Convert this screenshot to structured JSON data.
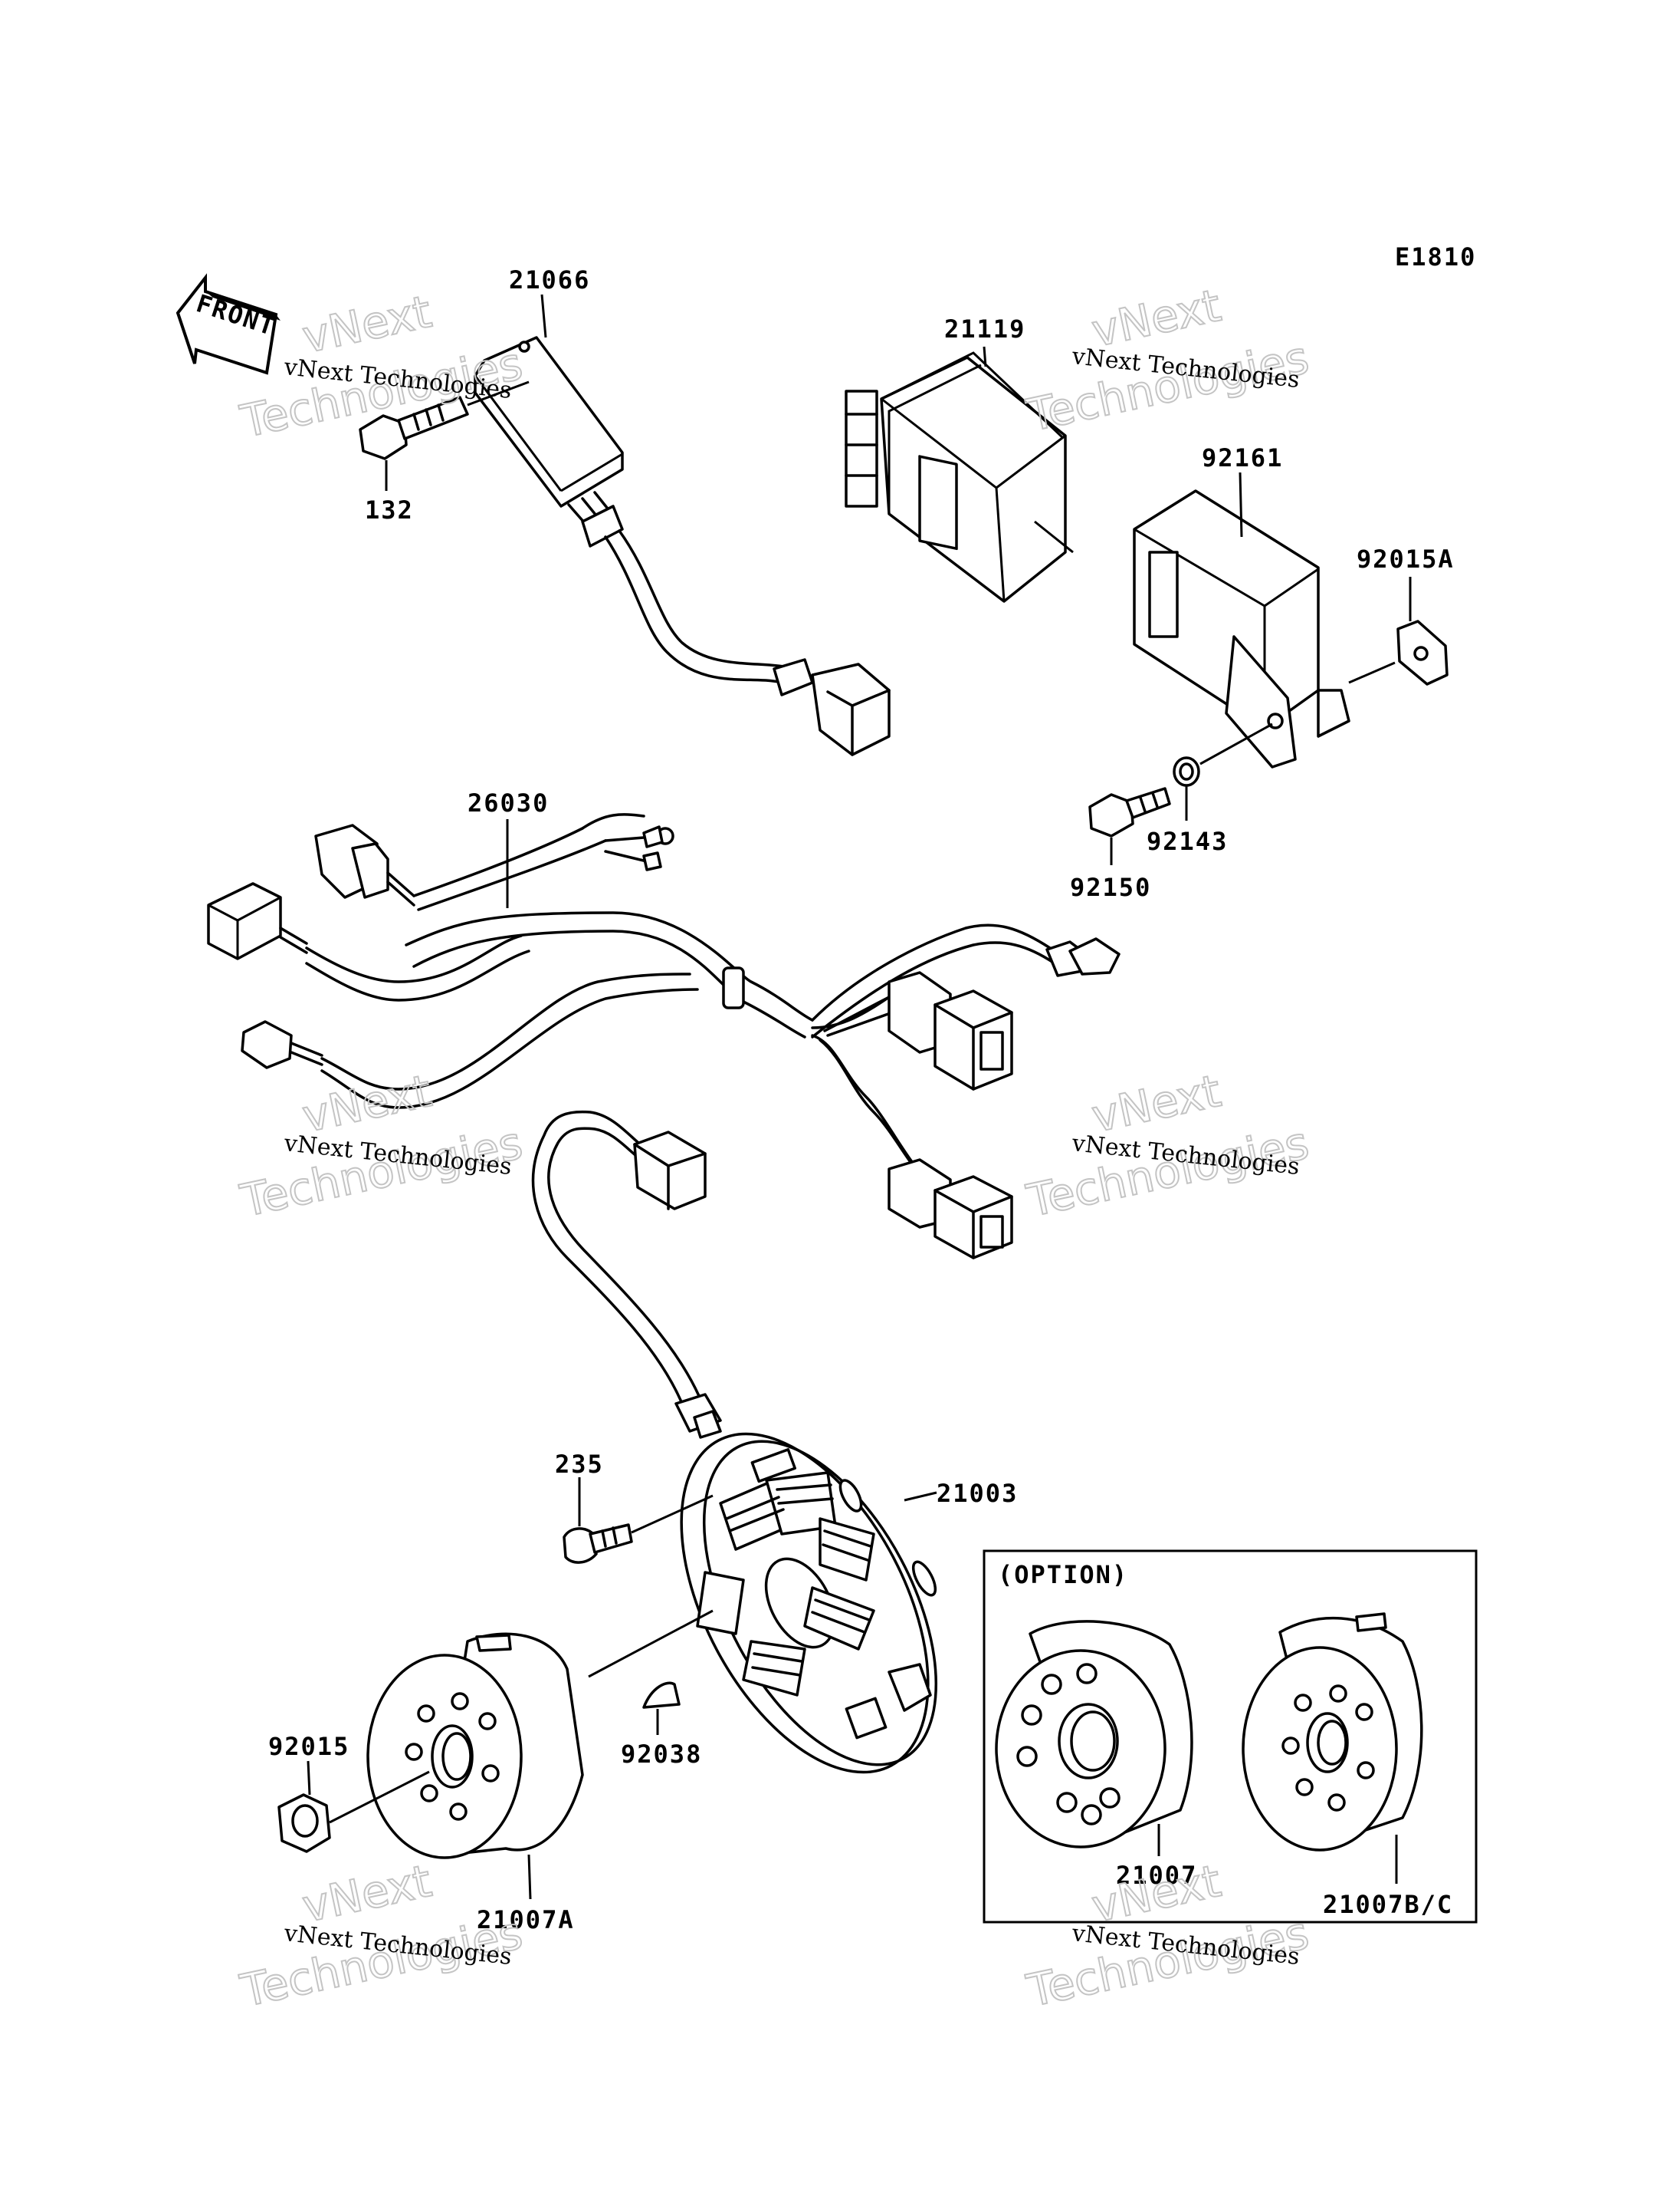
{
  "diagram_code": "E1810",
  "front_label": "FRONT",
  "option_label": "(OPTION)",
  "watermark_line1": "vNext Technologies",
  "watermark_line2a": "vNext",
  "watermark_line2b": "Technologies",
  "parts": {
    "p21066": "21066",
    "p132": "132",
    "p21119": "21119",
    "p92161": "92161",
    "p92015A": "92015A",
    "p92143": "92143",
    "p92150": "92150",
    "p26030": "26030",
    "p235": "235",
    "p21003": "21003",
    "p92038": "92038",
    "p92015": "92015",
    "p21007A": "21007A",
    "p21007": "21007",
    "p21007BC": "21007B/C"
  }
}
